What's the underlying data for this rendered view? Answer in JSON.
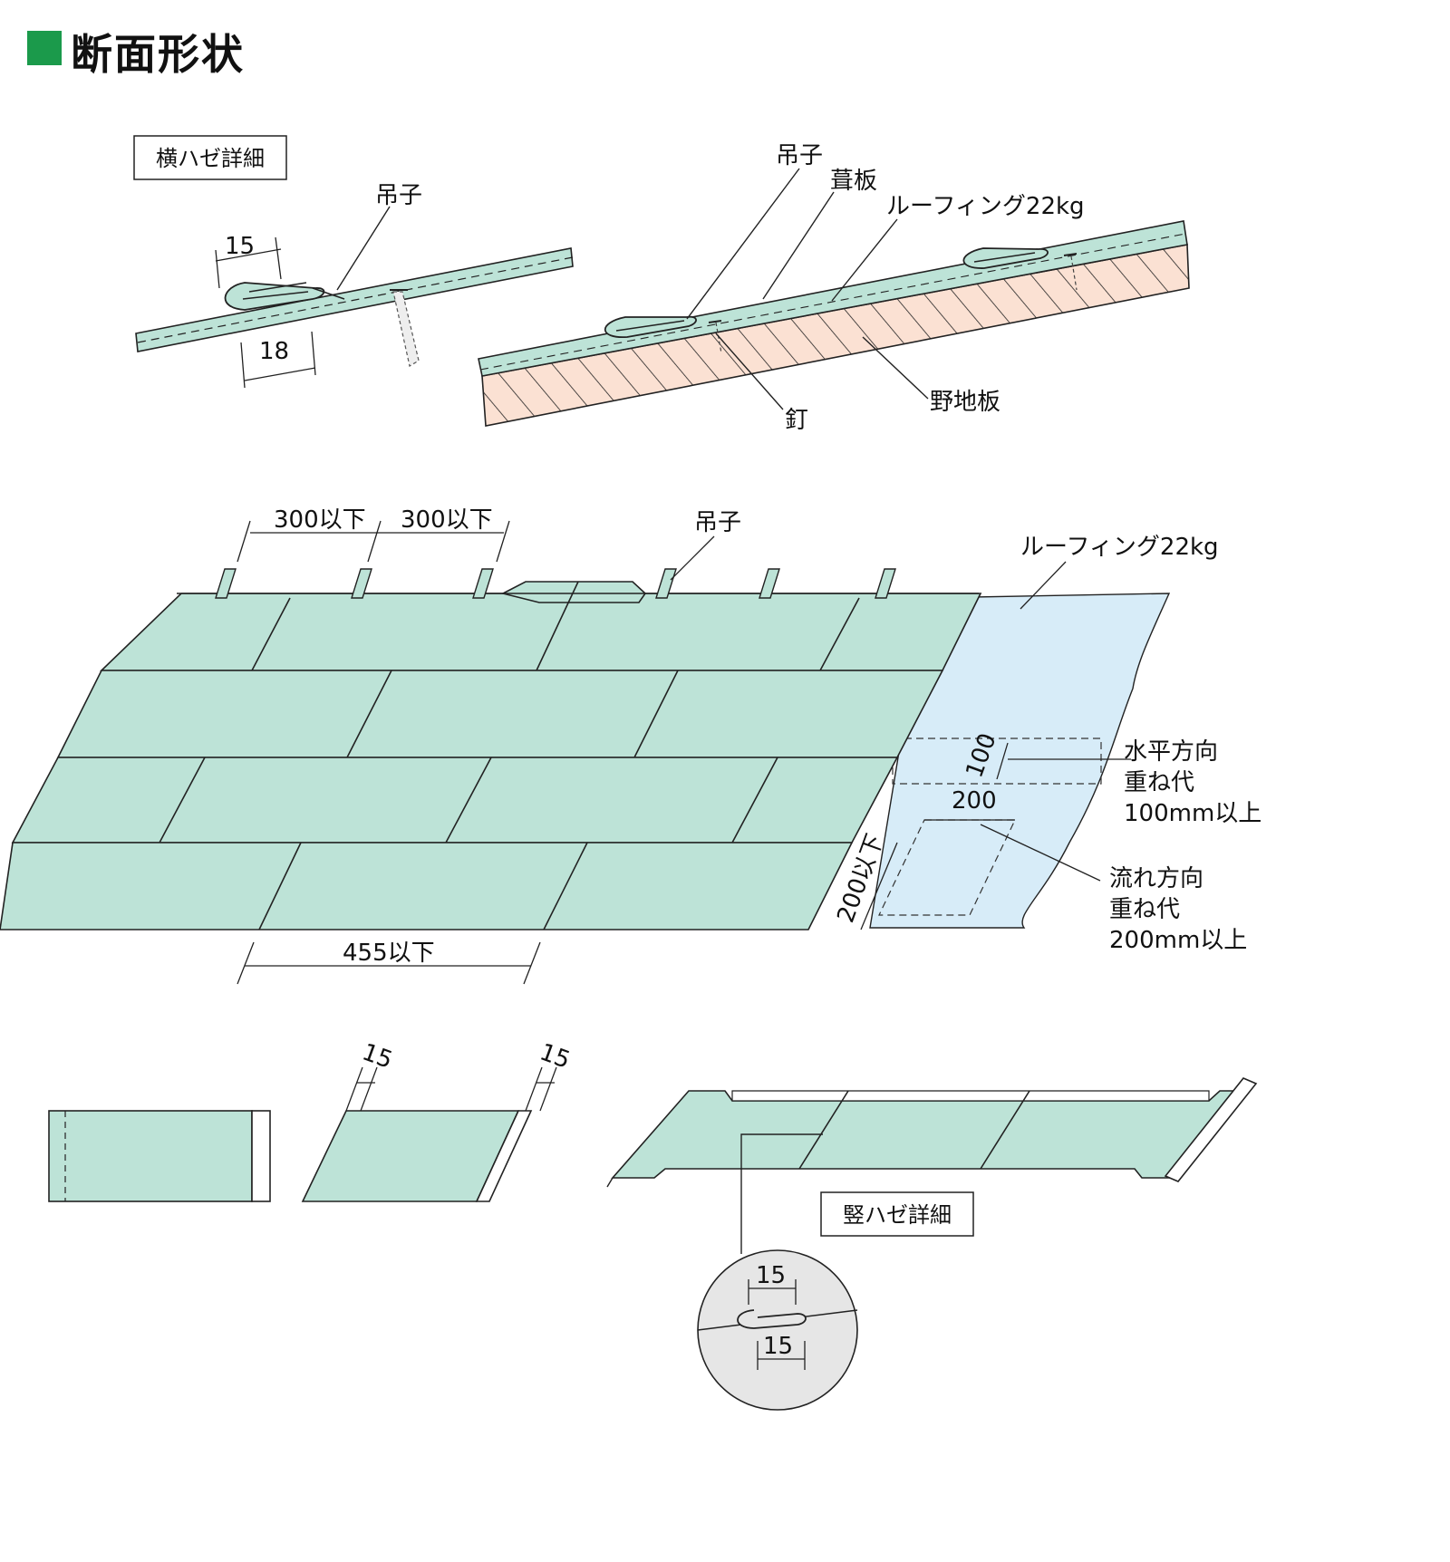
{
  "page": {
    "title": "断面形状"
  },
  "colors": {
    "title_mark": "#1b9a4b",
    "sheet": "#bde3d7",
    "roofing": "#d7ecf8",
    "sheathing": "#fbe1d3",
    "detail_circle": "#e6e6e6"
  },
  "horizontal_seam": {
    "label": "横ハゼ詳細",
    "clip": "吊子",
    "dim_upper": "15",
    "dim_lower": "18"
  },
  "section": {
    "clip": "吊子",
    "sheet": "葺板",
    "roofing": "ルーフィング22kg",
    "nail": "釘",
    "sheathing": "野地板"
  },
  "plan": {
    "spacing_1": "300以下",
    "spacing_2": "300以下",
    "clip": "吊子",
    "roofing": "ルーフィング22kg",
    "overlap_h_value": "100",
    "overlap_v_value": "200",
    "overlap_side": "200以下",
    "width": "455以下",
    "horizontal_note": [
      "水平方向",
      "重ね代",
      "100mm以上"
    ],
    "flow_note": [
      "流れ方向",
      "重ね代",
      "200mm以上"
    ]
  },
  "pieces": {
    "dim_1": "15",
    "dim_2": "15"
  },
  "vertical_seam": {
    "label": "竪ハゼ詳細",
    "dim_upper": "15",
    "dim_lower": "15"
  }
}
